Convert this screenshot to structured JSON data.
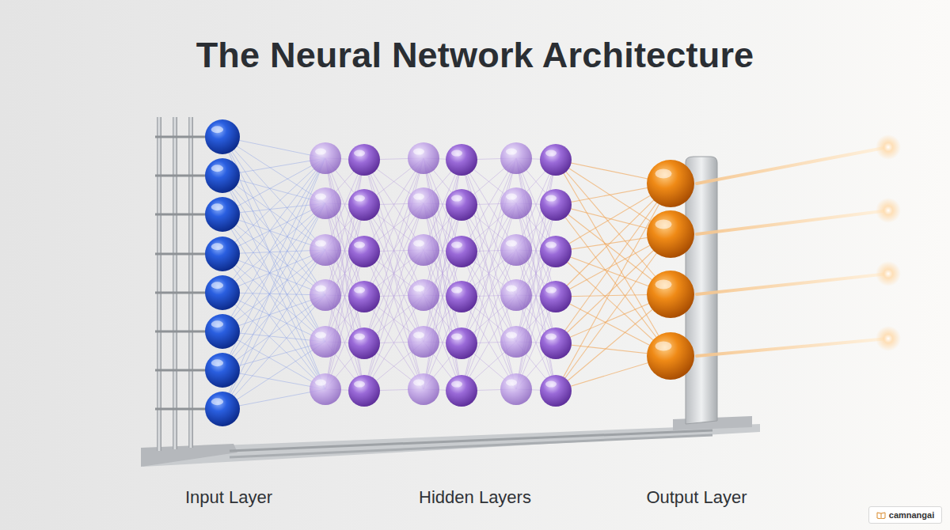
{
  "diagram": {
    "title": "The Neural Network Architecture",
    "nodes": [
      {
        "text": [
          "camnangai"
        ]
      }
    ],
    "labels": [
      "Input Layer",
      "Hidden Layers",
      "Output Layer"
    ]
  }
}
